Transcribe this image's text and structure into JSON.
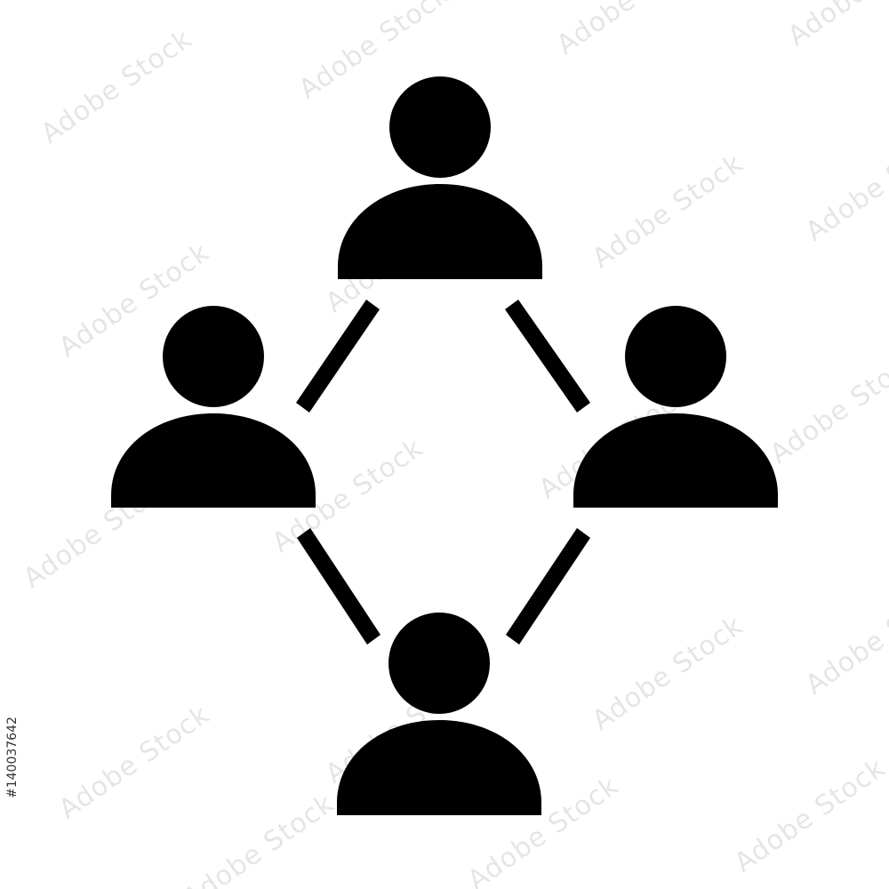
{
  "colors": {
    "background": "#ffffff",
    "figure": "#000000",
    "watermark": "rgba(0,0,0,0.10)"
  },
  "diagram": {
    "icon": "people-network-icon",
    "nodes": [
      {
        "role": "person-top",
        "icon": "person-icon"
      },
      {
        "role": "person-left",
        "icon": "person-icon"
      },
      {
        "role": "person-right",
        "icon": "person-icon"
      },
      {
        "role": "person-bottom",
        "icon": "person-icon"
      }
    ],
    "edges": [
      {
        "from": "person-top",
        "to": "person-left"
      },
      {
        "from": "person-top",
        "to": "person-right"
      },
      {
        "from": "person-left",
        "to": "person-bottom"
      },
      {
        "from": "person-right",
        "to": "person-bottom"
      }
    ]
  },
  "watermark": {
    "text": "Adobe Stock"
  },
  "stock_id": "#140037642"
}
